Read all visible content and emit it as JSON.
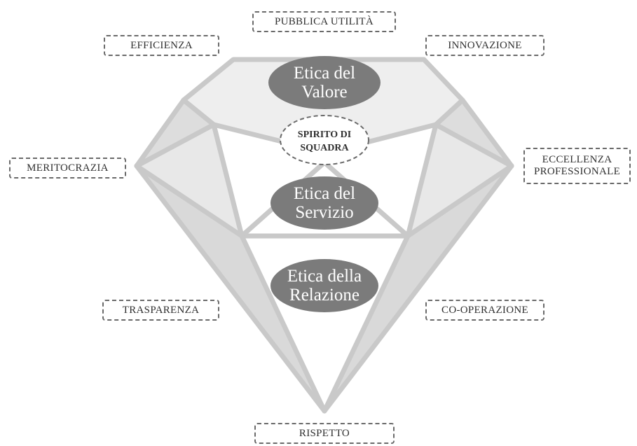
{
  "values": {
    "pubblica_utilita": "PUBBLICA UTILITÀ",
    "efficienza": "EFFICIENZA",
    "innovazione": "INNOVAZIONE",
    "meritocrazia": "MERITOCRAZIA",
    "eccellenza_line1": "ECCELLENZA",
    "eccellenza_line2": "PROFESSIONALE",
    "trasparenza": "TRASPARENZA",
    "cooperazione": "CO-OPERAZIONE",
    "rispetto": "RISPETTO"
  },
  "ethics": {
    "valore_line1": "Etica del",
    "valore_line2": "Valore",
    "servizio_line1": "Etica del",
    "servizio_line2": "Servizio",
    "relazione_line1": "Etica della",
    "relazione_line2": "Relazione"
  },
  "center": {
    "spirito_line1": "SPIRITO DI",
    "spirito_line2": "SQUADRA"
  },
  "colors": {
    "diamond_stroke": "#c9c9c9",
    "crown_fill": "#eeeeee",
    "side_fill": "#e2e2e2",
    "pavilion_side_fill": "#dadada",
    "ellipse_fill": "#7b7b7b",
    "dashed_border": "#6a6a6a",
    "label_text": "#2f2f2f"
  }
}
